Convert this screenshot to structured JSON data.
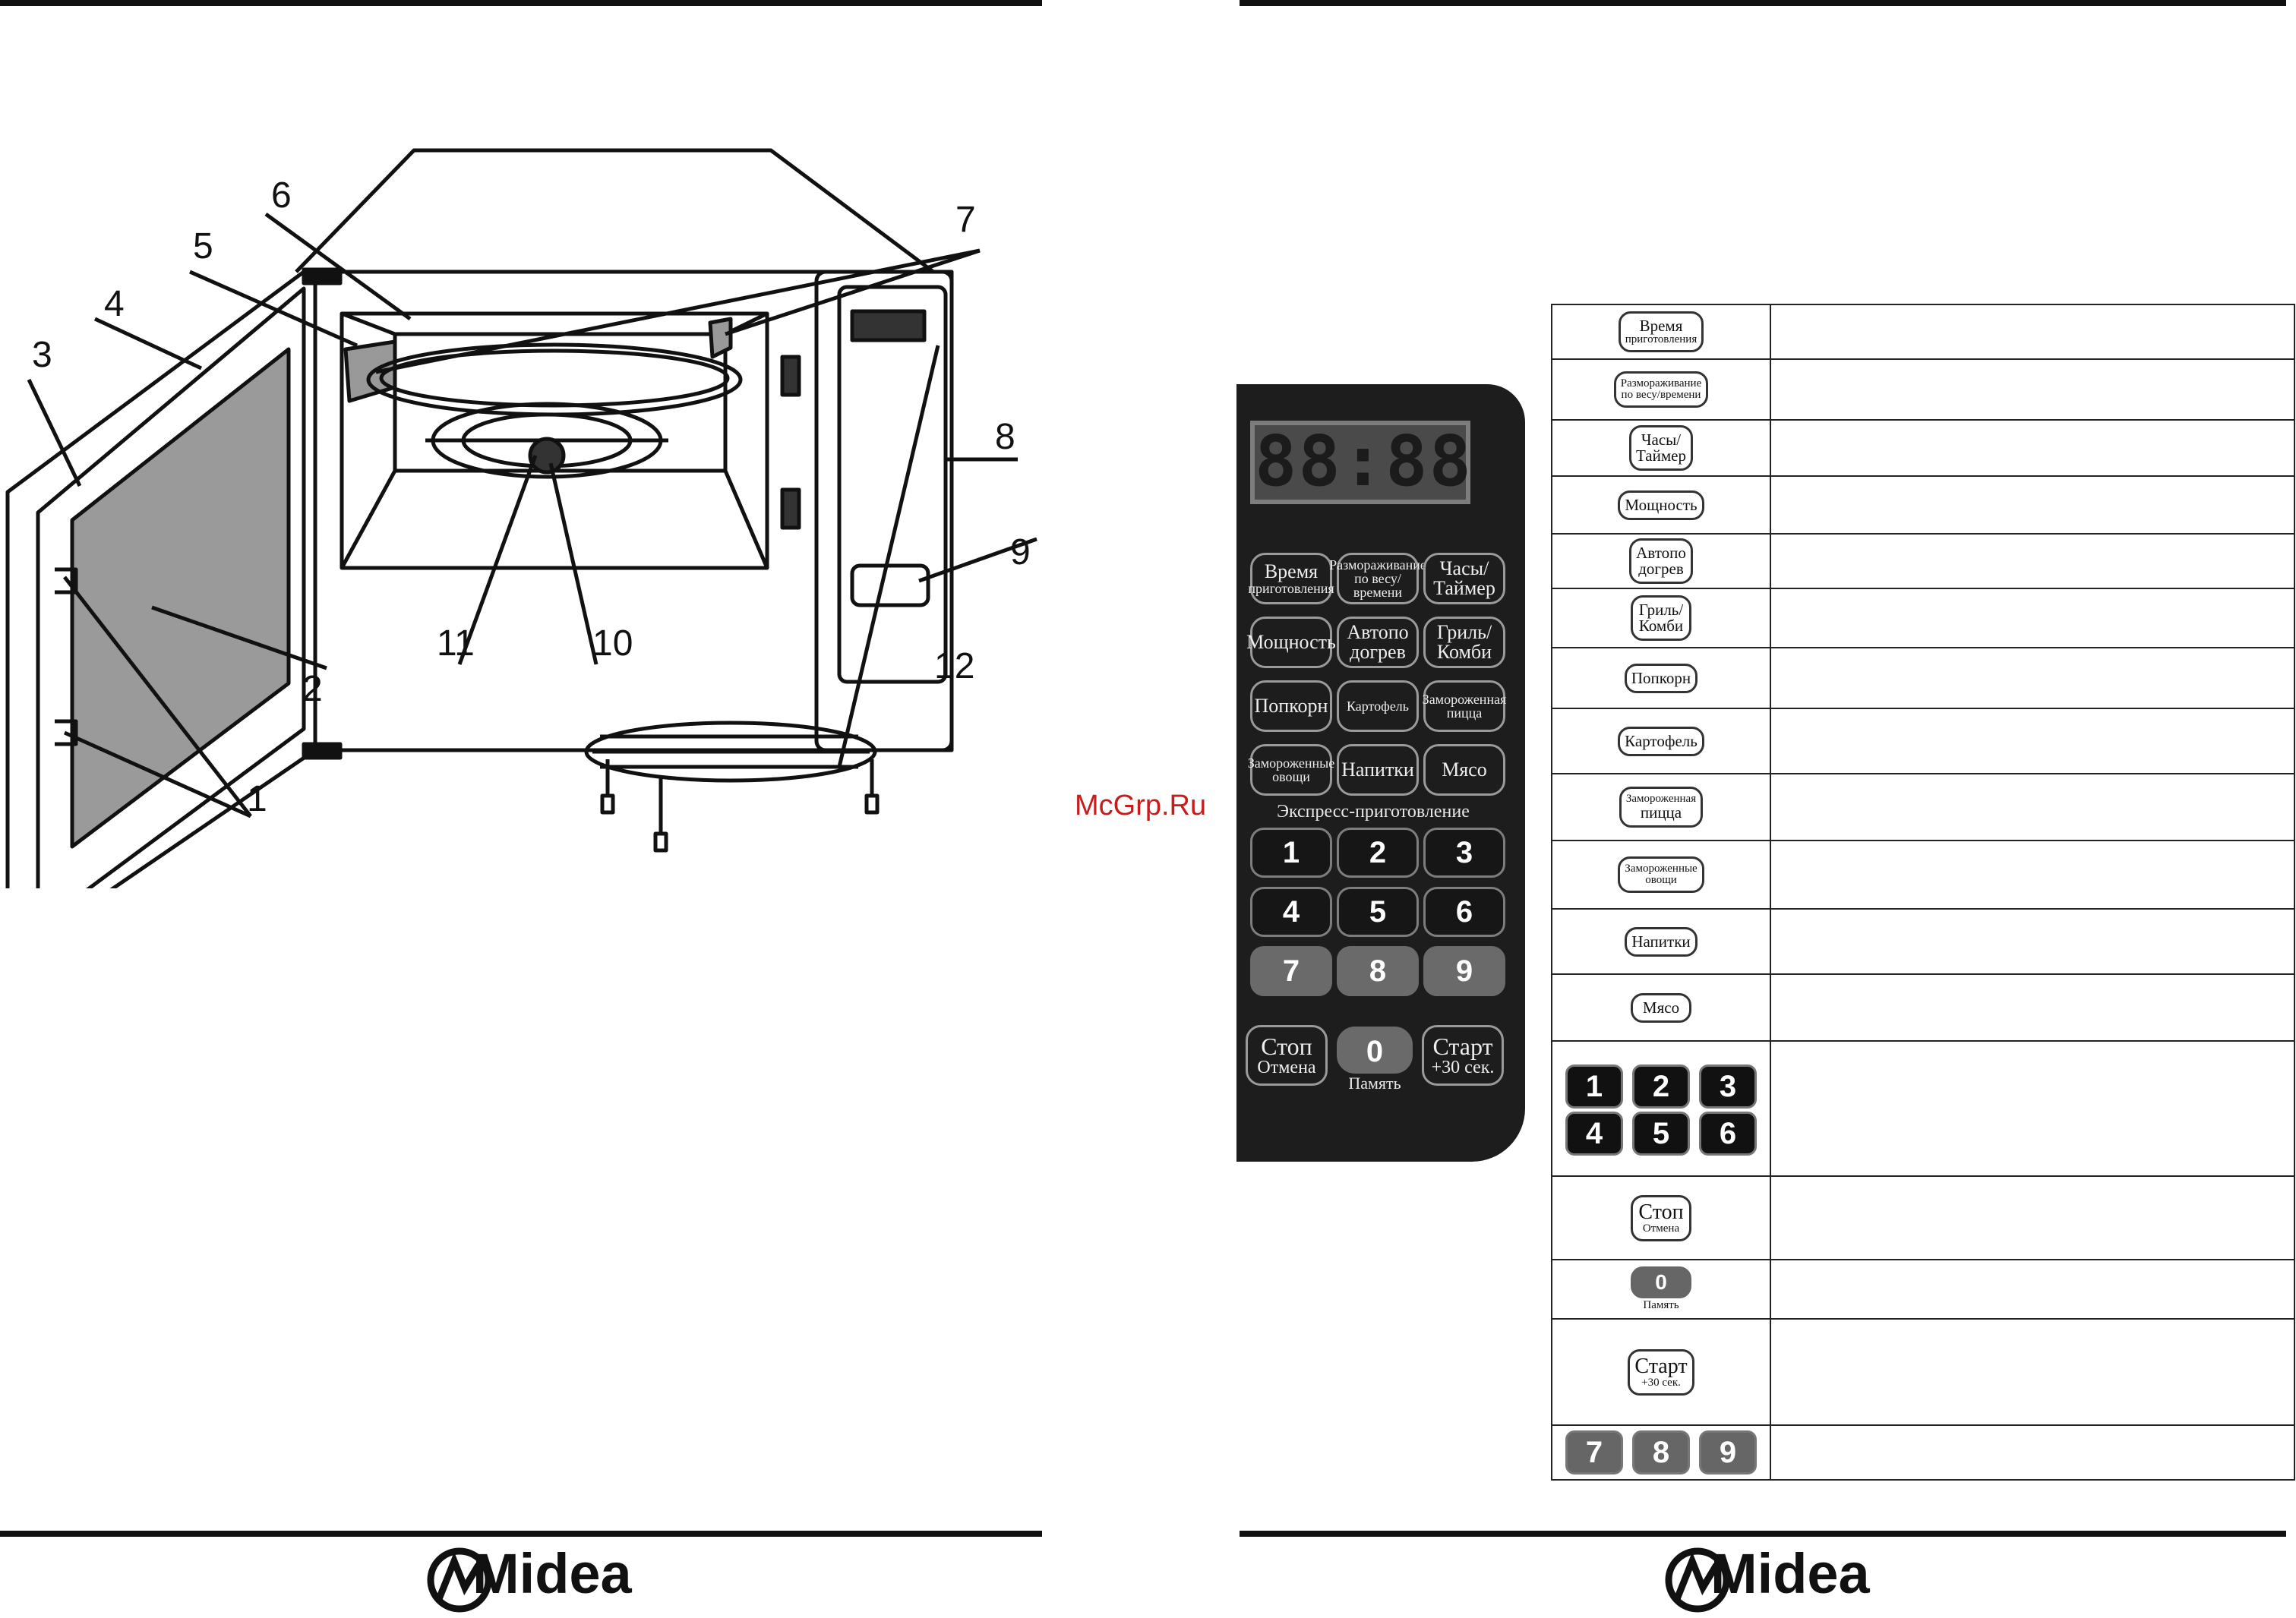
{
  "watermark": "McGrp.Ru",
  "brand": "Midea",
  "callouts": [
    "1",
    "2",
    "3",
    "4",
    "5",
    "6",
    "7",
    "8",
    "9",
    "10",
    "11",
    "12"
  ],
  "panel": {
    "display": "88:88",
    "express_label": "Экспресс-приготовление",
    "buttons": [
      {
        "l1": "Время",
        "l2": "приготовления"
      },
      {
        "l1": "Размораживание",
        "l2": "по весу/времени"
      },
      {
        "l1": "Часы/",
        "l2": "Таймер"
      },
      {
        "l1": "Мощность",
        "l2": ""
      },
      {
        "l1": "Автопо",
        "l2": "догрев"
      },
      {
        "l1": "Гриль/",
        "l2": "Комби"
      },
      {
        "l1": "Попкорн",
        "l2": ""
      },
      {
        "l1": "Картофель",
        "l2": ""
      },
      {
        "l1": "Замороженная",
        "l2": "пицца"
      },
      {
        "l1": "Замороженные",
        "l2": "овощи"
      },
      {
        "l1": "Напитки",
        "l2": ""
      },
      {
        "l1": "Мясо",
        "l2": ""
      }
    ],
    "digits": [
      "1",
      "2",
      "3",
      "4",
      "5",
      "6",
      "7",
      "8",
      "9"
    ],
    "stop": {
      "l1": "Стоп",
      "l2": "Отмена"
    },
    "zero": "0",
    "memory": "Память",
    "start": {
      "l1": "Старт",
      "l2": "+30 сек."
    }
  },
  "table": {
    "rows": [
      {
        "l1": "Время",
        "l2": "приготовления"
      },
      {
        "l1": "Размораживание",
        "l2": "по весу/времени"
      },
      {
        "l1": "Часы/",
        "l2": "Таймер"
      },
      {
        "l1": "Мощность",
        "l2": ""
      },
      {
        "l1": "Автопо",
        "l2": "догрев"
      },
      {
        "l1": "Гриль/",
        "l2": "Комби"
      },
      {
        "l1": "Попкорн",
        "l2": ""
      },
      {
        "l1": "Картофель",
        "l2": ""
      },
      {
        "l1": "Замороженная",
        "l2": "пицца"
      },
      {
        "l1": "Замороженные",
        "l2": "овощи"
      },
      {
        "l1": "Напитки",
        "l2": ""
      },
      {
        "l1": "Мясо",
        "l2": ""
      }
    ],
    "digits_row": [
      "1",
      "2",
      "3",
      "4",
      "5",
      "6"
    ],
    "stop": {
      "l1": "Стоп",
      "l2": "Отмена"
    },
    "zero": {
      "l1": "0",
      "l2": "Память"
    },
    "start": {
      "l1": "Старт",
      "l2": "+30 сек."
    },
    "grey_digits": [
      "7",
      "8",
      "9"
    ]
  }
}
